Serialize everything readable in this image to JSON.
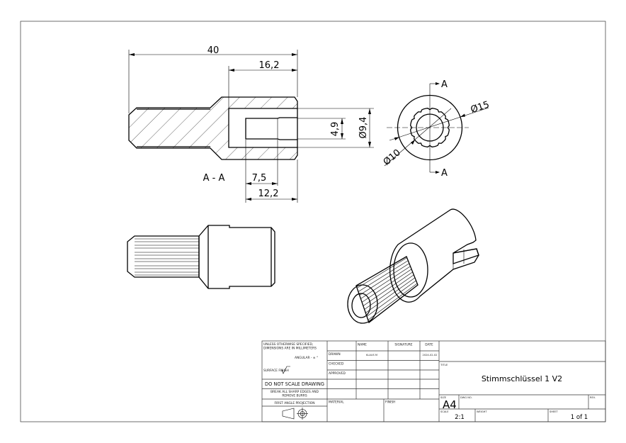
{
  "section_view": {
    "label": "A - A",
    "dims": {
      "overall_length": "40",
      "head_length": "16,2",
      "slot_width": "4,9",
      "bore_diameter": "Ø9,4",
      "slot_depth": "7,5",
      "bore_depth": "12,2"
    }
  },
  "end_view": {
    "cut_label_top": "A",
    "cut_label_bottom": "A",
    "dims": {
      "outer_diameter": "Ø15",
      "spline_diameter": "Ø10"
    }
  },
  "title_block": {
    "tolerance_note": [
      "UNLESS OTHERWISE SPECIFIED,",
      "DIMENSIONS ARE IN MILLIMETERS"
    ],
    "angular": "ANGULAR - ± °",
    "surface_finish": "SURFACE FINISH",
    "do_not_scale": "DO NOT SCALE DRAWING",
    "break_edges": [
      "BREAK ALL SHARP EDGES AND",
      "REMOVE BURRS"
    ],
    "projection": "FIRST ANGLE PROJECTION",
    "headers": {
      "name": "NAME",
      "signature": "SIGNATURE",
      "date": "DATE"
    },
    "rows": [
      {
        "role": "DRAWN",
        "name": "KLAUS M",
        "date": "2024-02-02"
      },
      {
        "role": "CHECKED",
        "name": "",
        "date": ""
      },
      {
        "role": "APPROVED",
        "name": "",
        "date": ""
      }
    ],
    "material_label": "MATERIAL",
    "finish_label": "FINISH",
    "title_label": "TITLE",
    "title": "Stimmschlüssel 1 V2",
    "size_label": "SIZE",
    "size": "A4",
    "dwg_no_label": "DWG NO.",
    "rev_label": "REV.",
    "scale_label": "SCALE",
    "scale": "2:1",
    "weight_label": "WEIGHT",
    "sheet_label": "SHEET",
    "sheet": "1 of 1"
  }
}
